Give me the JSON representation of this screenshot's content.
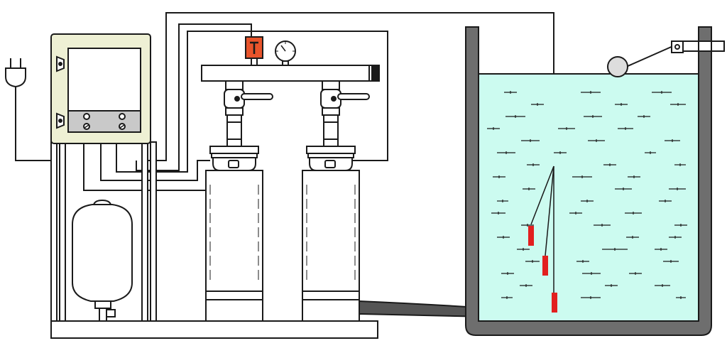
{
  "diagram": {
    "colors": {
      "stroke": "#1a1a1a",
      "water": "#ccfbf0",
      "tank_wall": "#6e6e6e",
      "control_panel": "#eef0d4",
      "control_strip": "#c9c9c9",
      "float_switch": "#e21f1f",
      "pressure_switch": "#e8542b",
      "suction_pipe": "#555555",
      "level_float": "#dddddd",
      "background": "#ffffff"
    },
    "components": [
      {
        "id": "power-plug",
        "icon": "power-plug-icon"
      },
      {
        "id": "control-panel",
        "icon": "control-cabinet-icon"
      },
      {
        "id": "pressure-switch",
        "icon": "pressure-switch-icon"
      },
      {
        "id": "pressure-gauge",
        "icon": "pressure-gauge-icon"
      },
      {
        "id": "discharge-manifold",
        "icon": "manifold-pipe-icon"
      },
      {
        "id": "ball-valve-left",
        "icon": "ball-valve-icon"
      },
      {
        "id": "ball-valve-right",
        "icon": "ball-valve-icon"
      },
      {
        "id": "pump-left",
        "icon": "vertical-pump-icon"
      },
      {
        "id": "pump-right",
        "icon": "vertical-pump-icon"
      },
      {
        "id": "expansion-vessel",
        "icon": "expansion-vessel-icon"
      },
      {
        "id": "base-frame",
        "icon": "base-frame-icon"
      },
      {
        "id": "suction-pipe",
        "icon": "suction-pipe-icon"
      },
      {
        "id": "water-tank",
        "icon": "water-tank-icon"
      },
      {
        "id": "float-level-switch",
        "icon": "float-ball-icon"
      },
      {
        "id": "level-electrodes",
        "icon": "level-probe-icon"
      }
    ],
    "labels": []
  }
}
